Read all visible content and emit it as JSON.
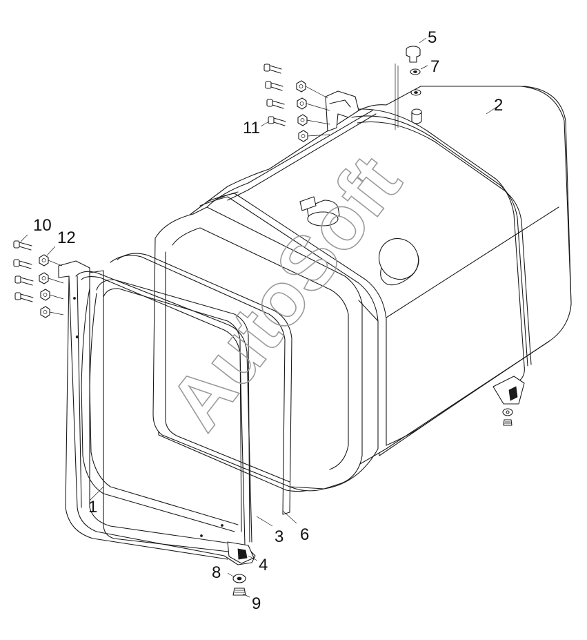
{
  "figure": {
    "watermark": "AutoSoft",
    "callouts": [
      {
        "id": "c1",
        "label": "1"
      },
      {
        "id": "c2",
        "label": "2"
      },
      {
        "id": "c3",
        "label": "3"
      },
      {
        "id": "c4",
        "label": "4"
      },
      {
        "id": "c5",
        "label": "5"
      },
      {
        "id": "c6",
        "label": "6"
      },
      {
        "id": "c7",
        "label": "7"
      },
      {
        "id": "c8",
        "label": "8"
      },
      {
        "id": "c9",
        "label": "9"
      },
      {
        "id": "c10",
        "label": "10"
      },
      {
        "id": "c11",
        "label": "11"
      },
      {
        "id": "c12",
        "label": "12"
      }
    ]
  }
}
